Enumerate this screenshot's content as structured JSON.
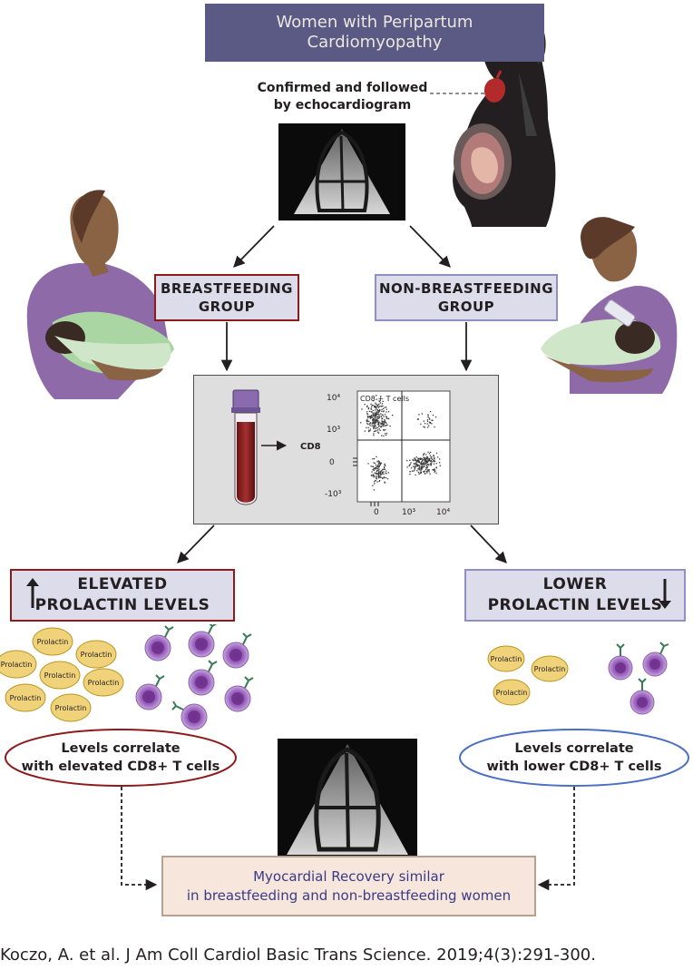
{
  "title_box": {
    "line1": "Women with Peripartum",
    "line2": "Cardiomyopathy"
  },
  "echo": {
    "line1": "Confirmed and followed",
    "line2": "by echocardiogram"
  },
  "groups": {
    "breastfeeding": {
      "line1": "BREASTFEEDING",
      "line2": "GROUP"
    },
    "non_breastfeeding": {
      "line1": "NON-BREASTFEEDING",
      "line2": "GROUP"
    }
  },
  "flow": {
    "gate_label": "CD8 + T cells",
    "y_axis_label": "CD8",
    "y_ticks": [
      "10⁴",
      "10³",
      "0",
      "-10³"
    ],
    "x_ticks": [
      "0",
      "10³",
      "10⁴"
    ]
  },
  "prolactin": {
    "elevated": {
      "line1": "ELEVATED",
      "line2": "PROLACTIN LEVELS"
    },
    "lower": {
      "line1": "LOWER",
      "line2": "PROLACTIN LEVELS"
    },
    "molecule_label": "Prolactin"
  },
  "correlation": {
    "elevated": {
      "line1": "Levels correlate",
      "line2": "with elevated CD8+ T cells"
    },
    "lower": {
      "line1": "Levels correlate",
      "line2": "with lower CD8+ T cells"
    }
  },
  "recovery": {
    "line1": "Myocardial Recovery similar",
    "line2": "in breastfeeding and non-breastfeeding women"
  },
  "citation": "Koczo, A. et al. J Am Coll Cardiol Basic Trans Science. 2019;4(3):291-300.",
  "colors": {
    "title_bg": "#5a5a85",
    "group_fill": "#dcdceb",
    "breastfeeding_border": "#8e1b1b",
    "non_breastfeeding_border": "#8f8fc3",
    "recovery_fill": "#f6e6dc",
    "recovery_text": "#3a3a86",
    "prolactin_fill": "#f0d27a",
    "tcell_fill": "#b48ad0"
  }
}
